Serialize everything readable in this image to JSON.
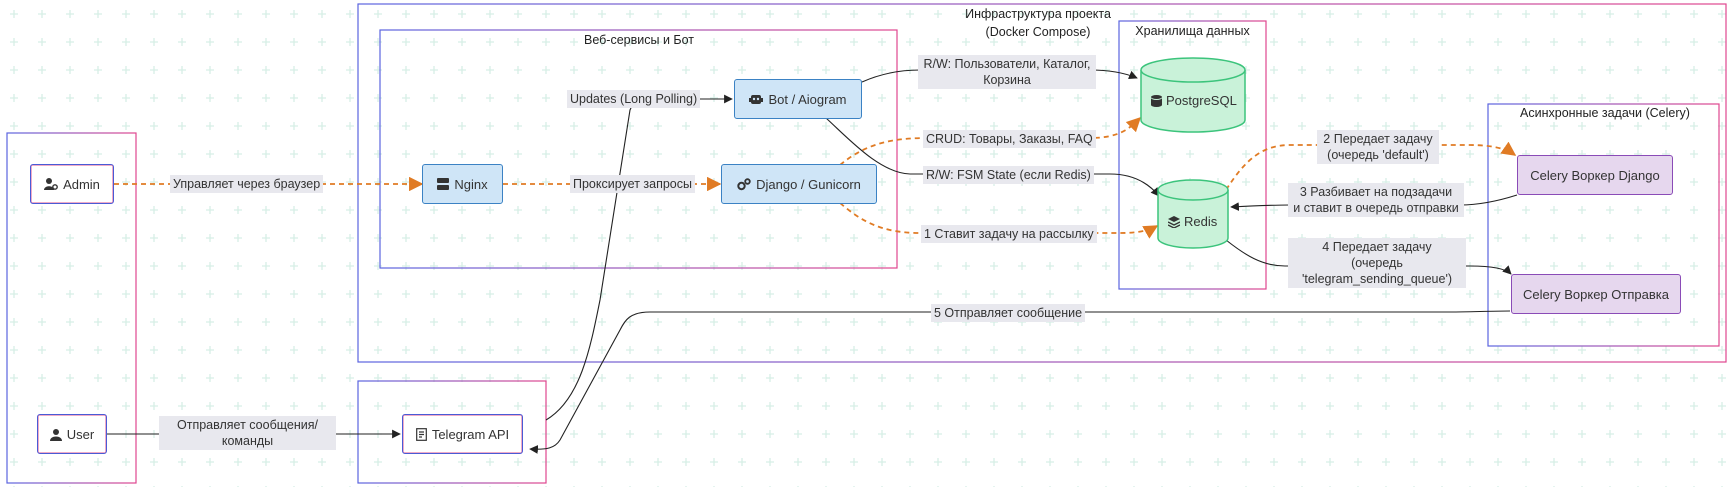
{
  "groups": {
    "infra_title": "Инфраструктура проекта\n(Docker Compose)",
    "web_title": "Веб-сервисы и Бот",
    "storage_title": "Хранилища данных",
    "async_title": "Асинхронные задачи (Celery)"
  },
  "nodes": {
    "admin": "Admin",
    "user": "User",
    "nginx": "Nginx",
    "django": "Django / Gunicorn",
    "bot": "Bot / Aiogram",
    "telegram": "Telegram API",
    "postgres": "PostgreSQL",
    "redis": "Redis",
    "celery_django": "Celery Воркер Django",
    "celery_send": "Celery Воркер Отправка"
  },
  "edges": {
    "admin_nginx": "Управляет через браузер",
    "nginx_django": "Проксирует запросы",
    "tg_bot": "Updates (Long Polling)",
    "bot_pg": "R/W: Пользователи, Каталог,\nКорзина",
    "django_pg": "CRUD: Товары, Заказы, FAQ",
    "bot_redis": "R/W: FSM State (если Redis)",
    "django_redis": "1 Ставит задачу на рассылку",
    "redis_cd": "2 Передает задачу\n(очередь 'default')",
    "cd_redis": "3 Разбивает на подзадачи\nи ставит в очередь отправки",
    "redis_cs": "4 Передает задачу\n(очередь\n'telegram_sending_queue')",
    "cs_tg": "5 Отправляет сообщение",
    "user_tg": "Отправляет сообщения/\nкоманды"
  },
  "colors": {
    "dashed_edge": "#e07b24",
    "solid_edge": "#222222",
    "db_fill": "#c9f2d9",
    "db_stroke": "#3cc47c",
    "group_stroke_a": "#5b64e0",
    "group_stroke_b": "#e0478f",
    "grid_cross": "#d7efe6"
  },
  "icons": {
    "admin": "user-gear-icon",
    "user": "user-icon",
    "nginx": "server-icon",
    "django": "gears-icon",
    "bot": "robot-icon",
    "telegram": "telegram-icon",
    "postgres": "database-icon",
    "redis": "layers-icon"
  }
}
